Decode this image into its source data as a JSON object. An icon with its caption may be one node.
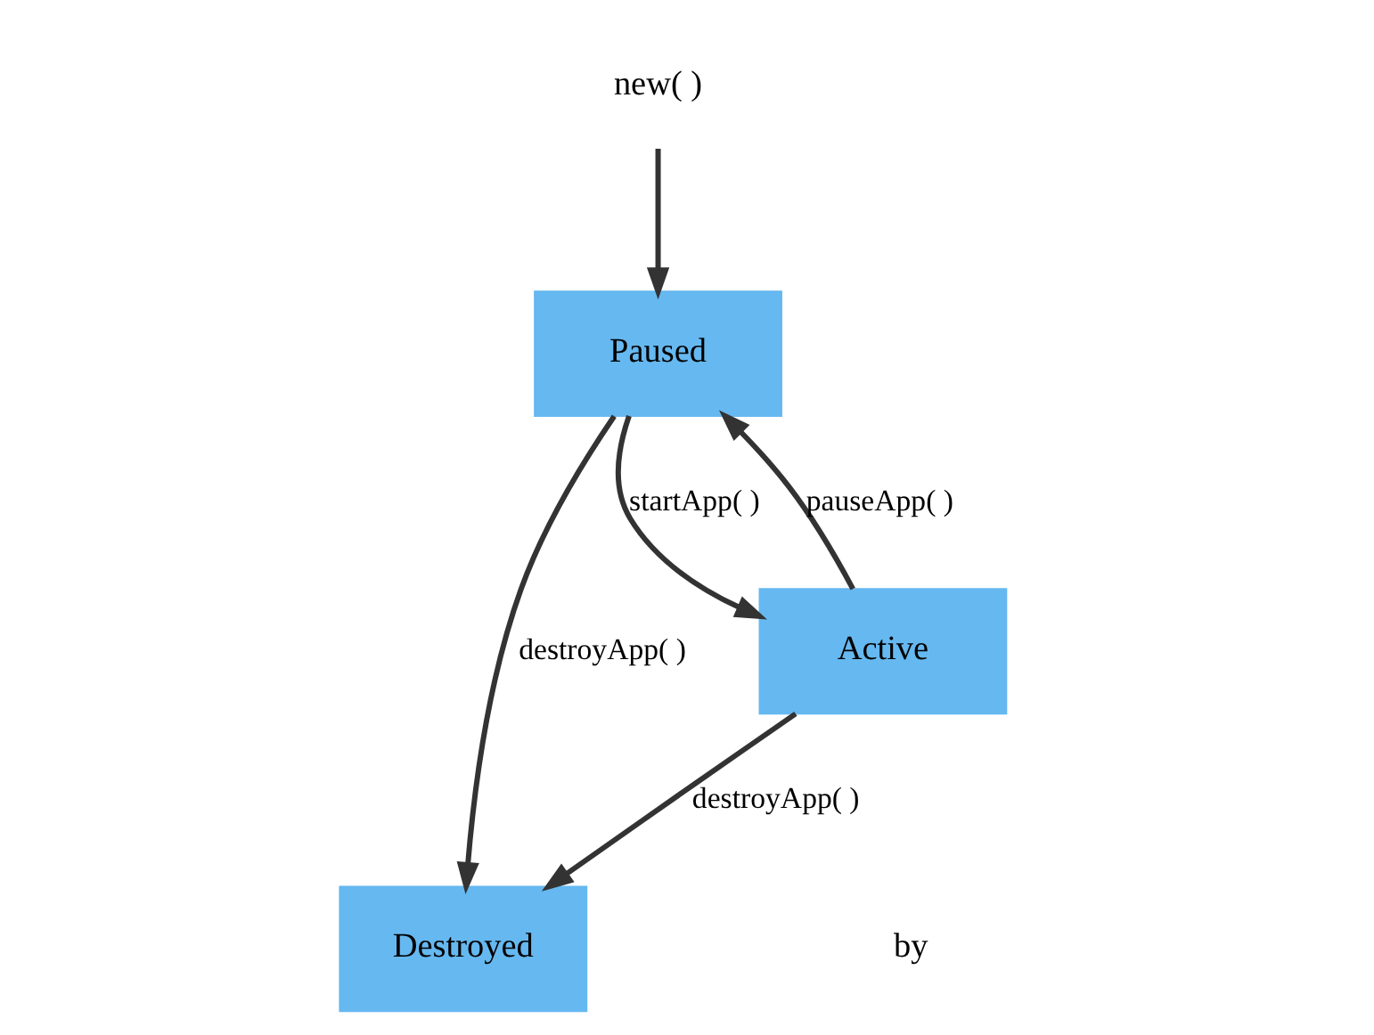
{
  "diagram": {
    "nodes": [
      {
        "text": [
          "new( )"
        ]
      },
      {
        "text": [
          "Paused"
        ]
      },
      {
        "text": [
          "Destroyed"
        ]
      },
      {
        "text": [
          "Active"
        ]
      }
    ],
    "edges": [
      {
        "from": 0,
        "to": 1,
        "arrow": "to"
      },
      {
        "from": 1,
        "to": 2,
        "arrow": "to",
        "label": "destroyApp( )"
      },
      {
        "from": 1,
        "to": 3,
        "arrow": "to",
        "label": "startApp( )"
      },
      {
        "from": 3,
        "to": 1,
        "arrow": "to",
        "label": "pauseApp( )"
      },
      {
        "from": 3,
        "to": 2,
        "arrow": "to",
        "label": "destroyApp( )"
      }
    ],
    "labels": [
      "by"
    ]
  }
}
